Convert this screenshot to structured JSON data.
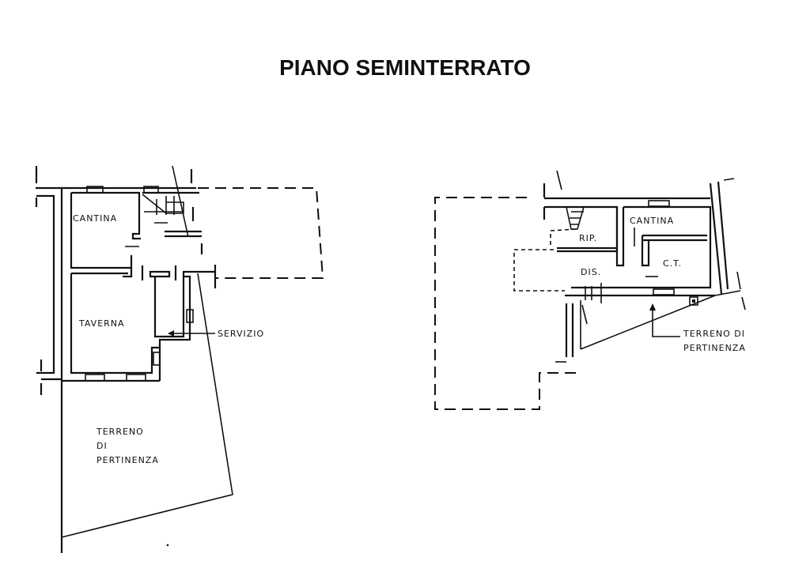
{
  "title": "PIANO SEMINTERRATO",
  "left_plan": {
    "rooms": {
      "cantina": "CANTINA",
      "taverna": "TAVERNA"
    },
    "callout_servizio": "SERVIZIO",
    "terreno_lines": [
      "TERRENO",
      "DI",
      "PERTINENZA"
    ]
  },
  "right_plan": {
    "rooms": {
      "rip": "RIP.",
      "cantina": "CANTINA",
      "dis": "DIS.",
      "ct": "C.T."
    },
    "terreno_lines": [
      "TERRENO DI",
      "PERTINENZA"
    ]
  },
  "colors": {
    "ink": "#111111",
    "paper": "#ffffff"
  }
}
